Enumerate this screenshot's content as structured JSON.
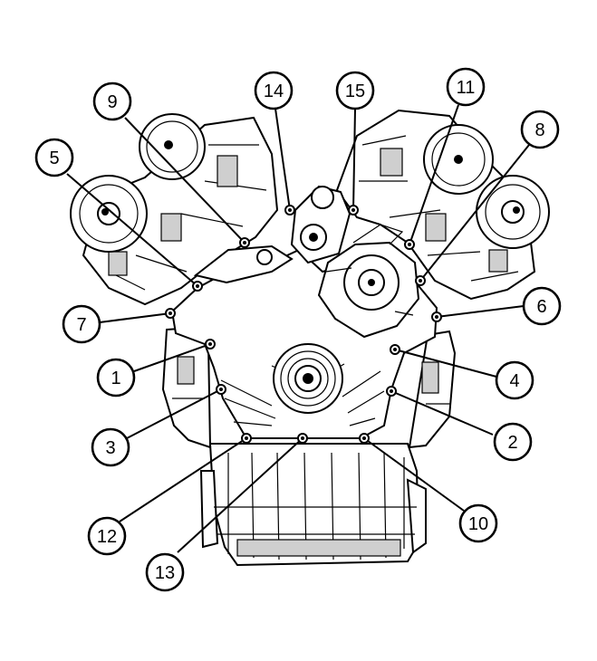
{
  "callouts": [
    {
      "label": "1"
    },
    {
      "label": "2"
    },
    {
      "label": "3"
    },
    {
      "label": "4"
    },
    {
      "label": "5"
    },
    {
      "label": "6"
    },
    {
      "label": "7"
    },
    {
      "label": "8"
    },
    {
      "label": "9"
    },
    {
      "label": "10"
    },
    {
      "label": "11"
    },
    {
      "label": "12"
    },
    {
      "label": "13"
    },
    {
      "label": "14"
    },
    {
      "label": "15"
    }
  ],
  "colors": {
    "line": "#000000",
    "background": "#ffffff"
  },
  "icons": [
    "engine-front-cover-illustration",
    "camshaft-sprocket-icon",
    "crankshaft-pulley-icon",
    "water-pump-icon",
    "bolt-icon"
  ]
}
